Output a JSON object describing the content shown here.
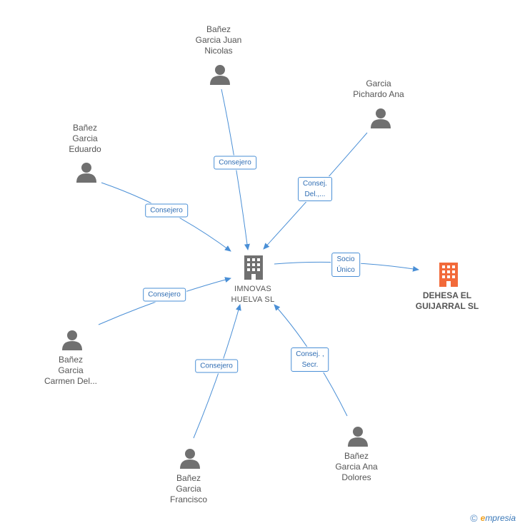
{
  "center": {
    "lines": [
      "IMNOVAS",
      "HUELVA  SL"
    ],
    "icon": "building-icon",
    "color": "#707070"
  },
  "target": {
    "lines": [
      "DEHESA EL",
      "GUIJARRAL SL"
    ],
    "icon": "building-icon",
    "color": "#f26a3a"
  },
  "people": [
    {
      "id": "banez-juan",
      "lines": [
        "Bañez",
        "Garcia Juan",
        "Nicolas"
      ],
      "role": [
        "Consejero"
      ]
    },
    {
      "id": "pichardo",
      "lines": [
        "Garcia",
        "Pichardo Ana"
      ],
      "role": [
        "Consej.",
        "Del.,..."
      ]
    },
    {
      "id": "banez-eduardo",
      "lines": [
        "Bañez",
        "Garcia",
        "Eduardo"
      ],
      "role": [
        "Consejero"
      ]
    },
    {
      "id": "banez-carmen",
      "lines": [
        "Bañez",
        "Garcia",
        "Carmen Del..."
      ],
      "role": [
        "Consejero"
      ]
    },
    {
      "id": "banez-francisco",
      "lines": [
        "Bañez",
        "Garcia",
        "Francisco"
      ],
      "role": [
        "Consejero"
      ]
    },
    {
      "id": "banez-ana",
      "lines": [
        "Bañez",
        "Garcia Ana",
        "Dolores"
      ],
      "role": [
        "Consej. ,",
        "Secr."
      ]
    }
  ],
  "target_edge": {
    "role": [
      "Socio",
      "Único"
    ]
  },
  "colors": {
    "edge": "#4a8fd6",
    "person": "#707070"
  },
  "footer": {
    "copyright": "©",
    "brand_initial": "e",
    "brand_rest": "mpresia"
  }
}
